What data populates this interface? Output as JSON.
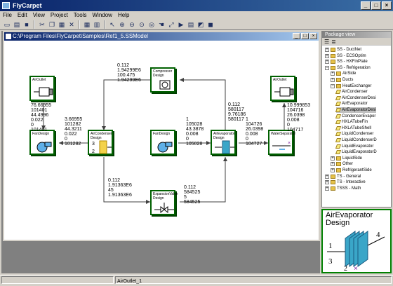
{
  "window": {
    "title": "FlyCarpet",
    "min": "_",
    "max": "□",
    "close": "×"
  },
  "menu": [
    "File",
    "Edit",
    "View",
    "Project",
    "Tools",
    "Window",
    "Help"
  ],
  "document": {
    "title": "C:\\Program Files\\FlyCarpet\\Samples\\Ref1_5.SSModel"
  },
  "blocks": {
    "airoutlet_left": "AirOutlet",
    "airoutlet_right": "AirOutlet",
    "compressor": "Compressor Design",
    "fan_left": "FanDesign",
    "aircondenser": "AirCondenser Design",
    "fan_mid": "FanDesign",
    "airevaporator": "AirEvaporator Design",
    "waterseparator": "WaterSeparator",
    "expansionvalve": "ExpansionValve Design"
  },
  "streams": {
    "s_compressor": "0.112\n1.94299E6\n100.475\n1.94299E6",
    "s_airout_left": "76.66955\n101401\n44.4996\n0.022\n0\n101401",
    "s_fan_cond": "3.66955\n101282\n44.3211\n0.022\n0\n101282",
    "s_fan_evap": "1\n105028\n43.3878\n0.008\n0\n105028",
    "s_evap_comp": "0.112\n580117\n9.76186\n580117",
    "s_evap_sep": "1\n104726\n26.0398\n0.008\n0\n104727",
    "s_airout_right": "10.999853\n104716\n26.0398\n0.008\n0\n104717",
    "s_cond_exp": "0.112\n1.91363E6\n45\n1.91363E6",
    "s_exp_evap": "0.112\n584525\n5\n584525"
  },
  "package_view": {
    "title": "Package view",
    "items": [
      {
        "label": "SS - DuctNet",
        "level": 1,
        "expander": "+"
      },
      {
        "label": "SS - ECSOptim",
        "level": 1,
        "expander": "+"
      },
      {
        "label": "SS - HXFinPlate",
        "level": 1,
        "expander": "+"
      },
      {
        "label": "SS - Refrigeration",
        "level": 1,
        "expander": "−"
      },
      {
        "label": "AirSide",
        "level": 2,
        "expander": "+"
      },
      {
        "label": "Ducts",
        "level": 2,
        "expander": "+"
      },
      {
        "label": "HeatExchanger",
        "level": 2,
        "expander": "−"
      },
      {
        "label": "AirCondenser",
        "level": 3,
        "expander": ""
      },
      {
        "label": "AirCondenserDesi",
        "level": 3,
        "expander": ""
      },
      {
        "label": "AirEvaporator",
        "level": 3,
        "expander": ""
      },
      {
        "label": "AirEvaporatorDesi",
        "level": 3,
        "expander": "",
        "selected": true
      },
      {
        "label": "CondenserEvapor",
        "level": 3,
        "expander": ""
      },
      {
        "label": "HXLATubeFin",
        "level": 3,
        "expander": ""
      },
      {
        "label": "HXLATubeShell",
        "level": 3,
        "expander": ""
      },
      {
        "label": "LiquidCondenser",
        "level": 3,
        "expander": ""
      },
      {
        "label": "LiquidCondenserD",
        "level": 3,
        "expander": ""
      },
      {
        "label": "LiquidEvaporator",
        "level": 3,
        "expander": ""
      },
      {
        "label": "LiquidEvaporatorD",
        "level": 3,
        "expander": ""
      },
      {
        "label": "LiquidSide",
        "level": 2,
        "expander": "+"
      },
      {
        "label": "Other",
        "level": 2,
        "expander": "+"
      },
      {
        "label": "RefrigerantSide",
        "level": 2,
        "expander": "+"
      },
      {
        "label": "TS - General",
        "level": 1,
        "expander": "+"
      },
      {
        "label": "TS - Interactive",
        "level": 1,
        "expander": "+"
      },
      {
        "label": "TSSS - Math",
        "level": 1,
        "expander": "+"
      }
    ]
  },
  "preview": {
    "title": "AirEvaporator Design",
    "port_in_top": "1",
    "port_in_bottom": "3",
    "port_out": "4",
    "port_bottom": "2"
  },
  "status": {
    "left": "AirOutlet_1"
  },
  "colors": {
    "block_border": "#006000",
    "wire": "#404040",
    "titlebar": "#0a246a"
  }
}
